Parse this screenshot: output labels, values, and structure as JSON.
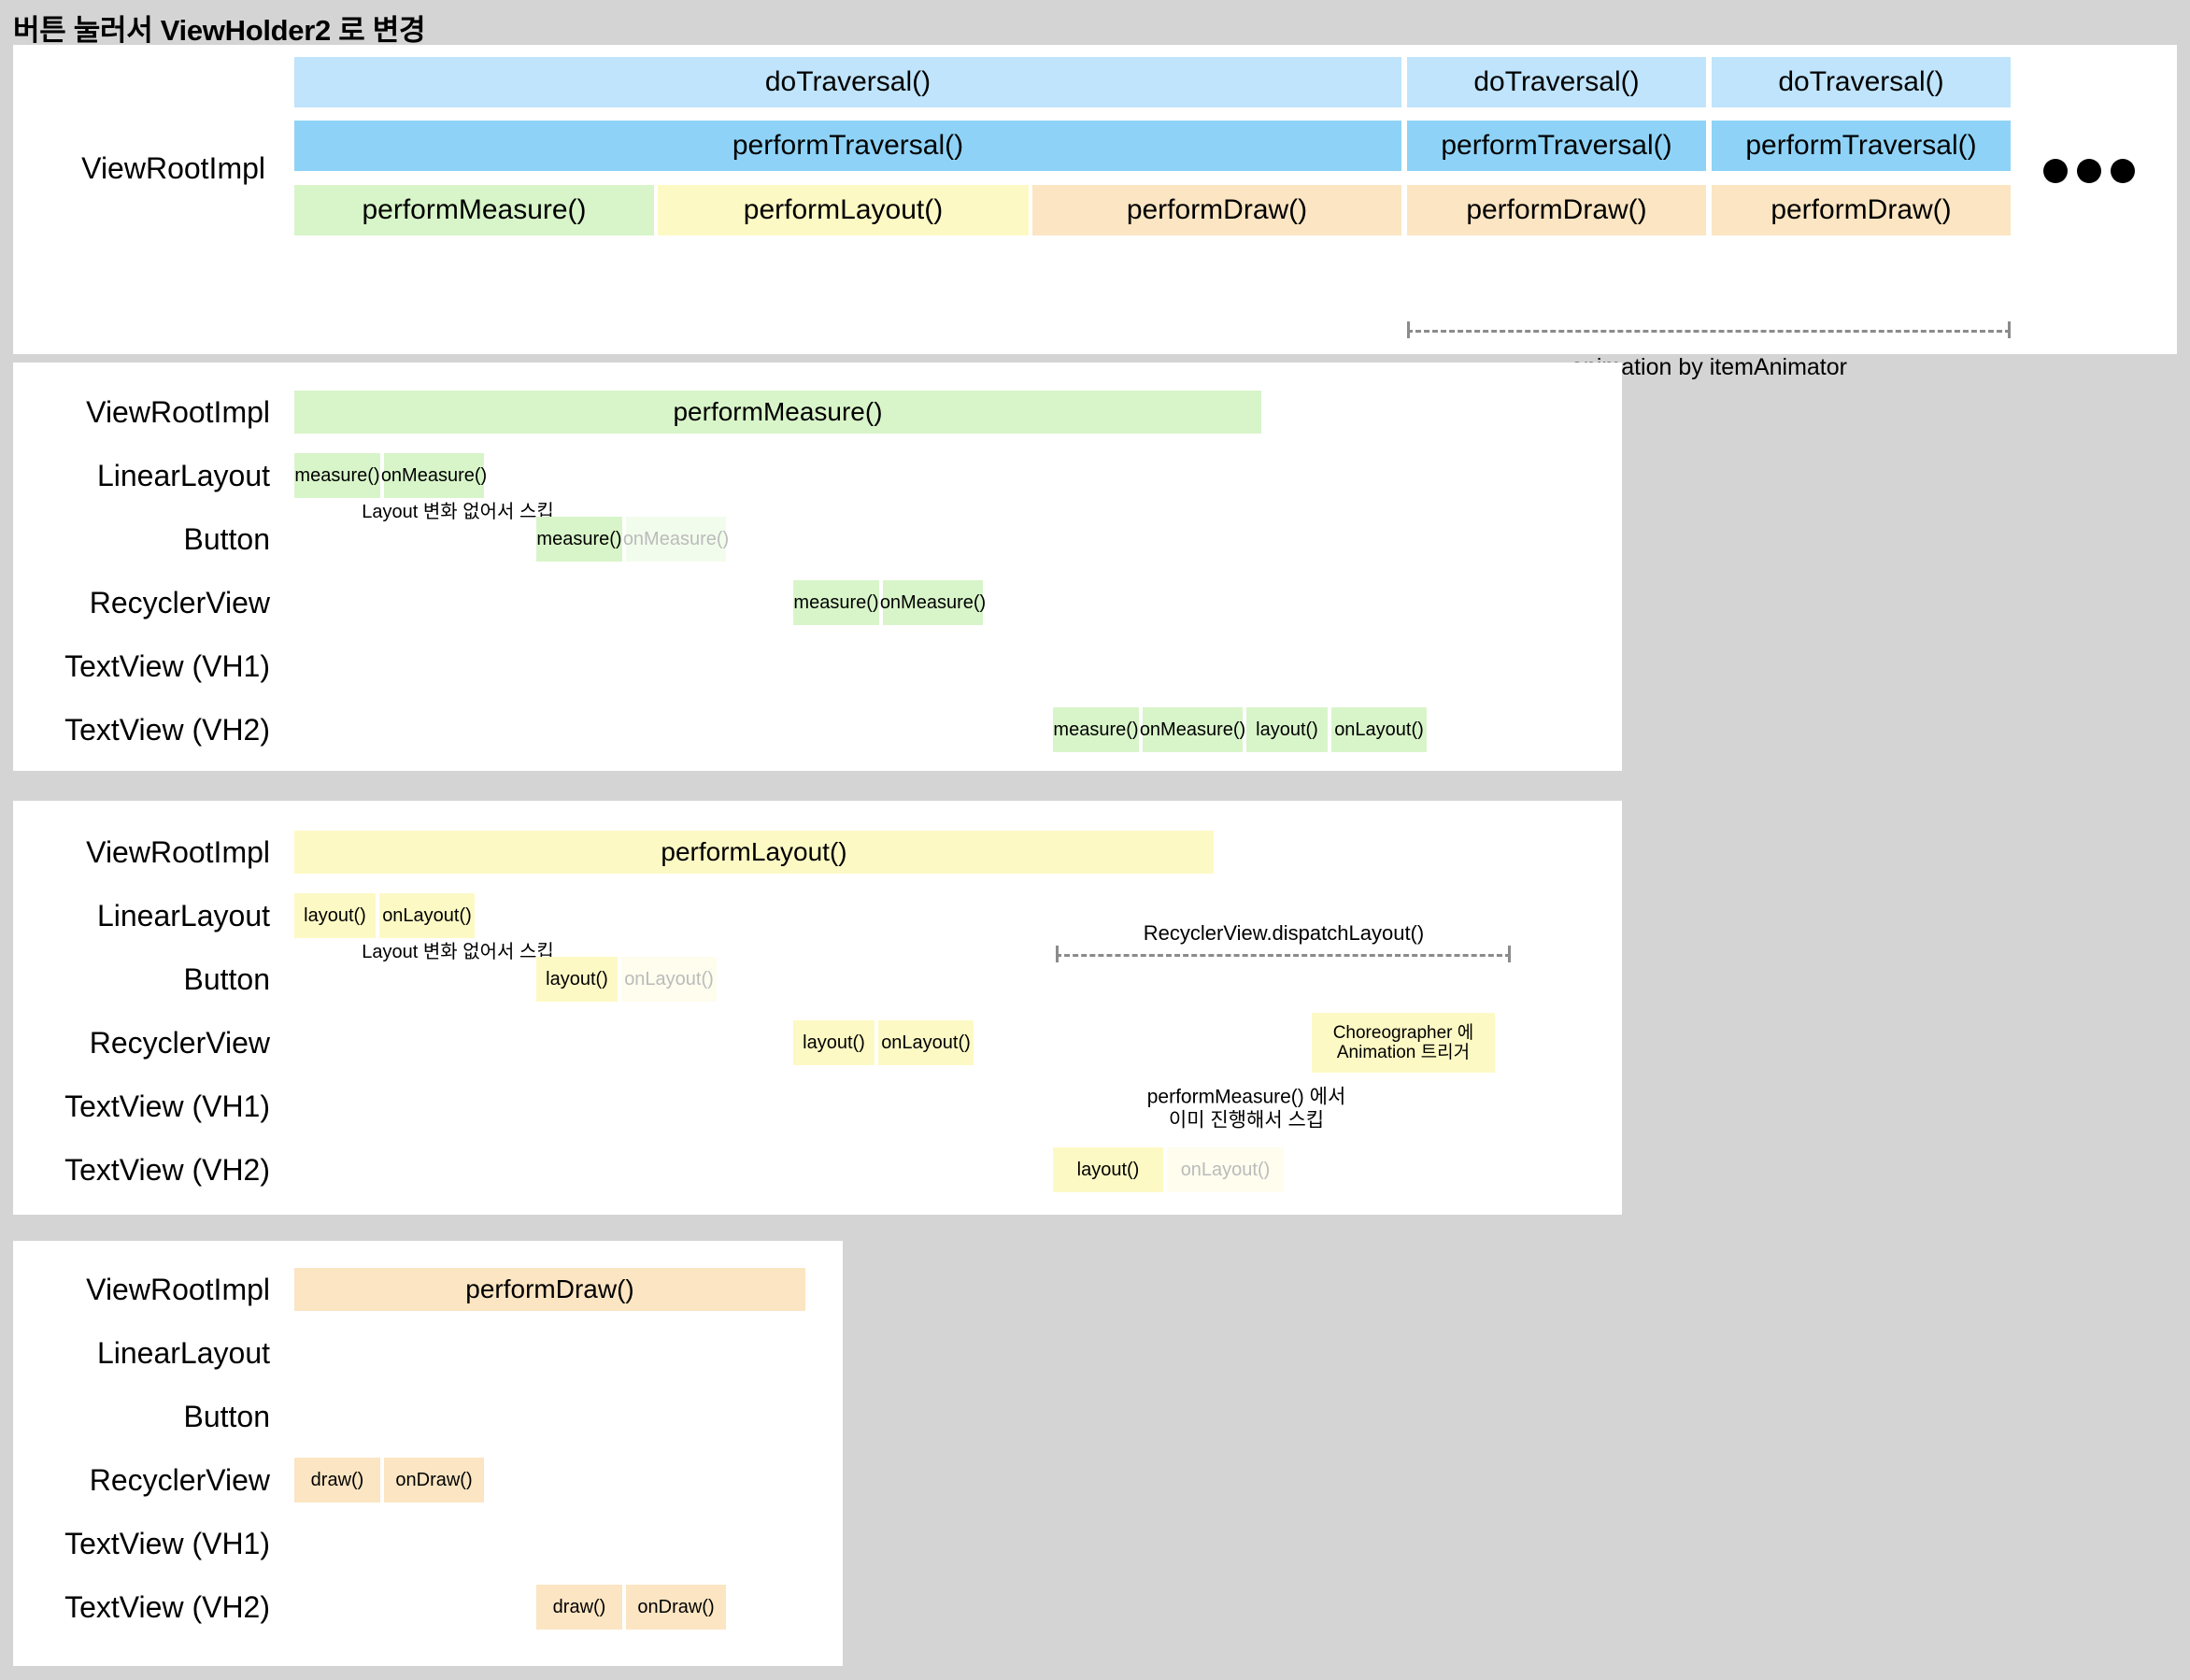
{
  "title": "버튼 눌러서 ViewHolder2 로 변경",
  "colors": {
    "background": "#d4d4d4",
    "panel": "#ffffff",
    "blue_light": "#bfe4fb",
    "blue": "#8ed3f7",
    "green": "#d8f5c9",
    "green_skipped": "#f2fcec",
    "yellow": "#fdf9c4",
    "yellow_skipped": "#fefdee",
    "orange": "#fbe5c2",
    "dashed": "#8b8b8b",
    "skipped_text": "#bbbbbb"
  },
  "timeline_panel": {
    "row_label": "ViewRootImpl",
    "frames": [
      {
        "do_traversal": "doTraversal()",
        "perform_traversal": "performTraversal()",
        "phases": [
          "performMeasure()",
          "performLayout()",
          "performDraw()"
        ]
      },
      {
        "do_traversal": "doTraversal()",
        "perform_traversal": "performTraversal()",
        "phases": [
          "performDraw()"
        ]
      },
      {
        "do_traversal": "doTraversal()",
        "perform_traversal": "performTraversal()",
        "phases": [
          "performDraw()"
        ]
      }
    ],
    "ellipsis": "•••",
    "animation_brace_label": "animation by itemAnimator"
  },
  "row_labels": [
    "ViewRootImpl",
    "LinearLayout",
    "Button",
    "RecyclerView",
    "TextView (VH1)",
    "TextView (VH2)"
  ],
  "measure_panel": {
    "header_bar": "performMeasure()",
    "linear_layout": [
      "measure()",
      "onMeasure()"
    ],
    "button": [
      "measure()",
      "onMeasure()"
    ],
    "button_note": "Layout 변화 없어서 스킵",
    "recycler_view": [
      "measure()",
      "onMeasure()"
    ],
    "textview_vh2": [
      "measure()",
      "onMeasure()",
      "layout()",
      "onLayout()"
    ]
  },
  "layout_panel": {
    "header_bar": "performLayout()",
    "linear_layout": [
      "layout()",
      "onLayout()"
    ],
    "button": [
      "layout()",
      "onLayout()"
    ],
    "button_note": "Layout 변화 없어서 스킵",
    "recycler_view": [
      "layout()",
      "onLayout()"
    ],
    "dispatch_brace_label": "RecyclerView.dispatchLayout()",
    "choreographer_box": "Choreographer 에\nAnimation 트리거",
    "textview_vh2": [
      "layout()",
      "onLayout()"
    ],
    "textview_vh2_note": "performMeasure() 에서\n이미 진행해서 스킵"
  },
  "draw_panel": {
    "header_bar": "performDraw()",
    "recycler_view": [
      "draw()",
      "onDraw()"
    ],
    "textview_vh2": [
      "draw()",
      "onDraw()"
    ]
  }
}
